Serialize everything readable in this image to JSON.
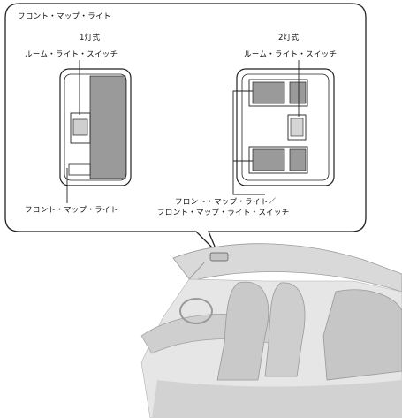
{
  "labels": {
    "title": "フロント・マップ・ライト",
    "type_one": "1灯式",
    "type_two": "2灯式",
    "room_switch_one": "ルーム・ライト・スイッチ",
    "room_switch_two": "ルーム・ライト・スイッチ",
    "front_map_light_one": "フロント・マップ・ライト",
    "front_map_light_two_line1": "フロント・マップ・ライト／",
    "front_map_light_two_line2": "フロント・マップ・ライト・スイッチ"
  },
  "colors": {
    "outline": "#222222",
    "lens_fill": "#9a9a9a",
    "car_body": "#d9d9d9",
    "car_shadow": "#bdbdbd"
  }
}
